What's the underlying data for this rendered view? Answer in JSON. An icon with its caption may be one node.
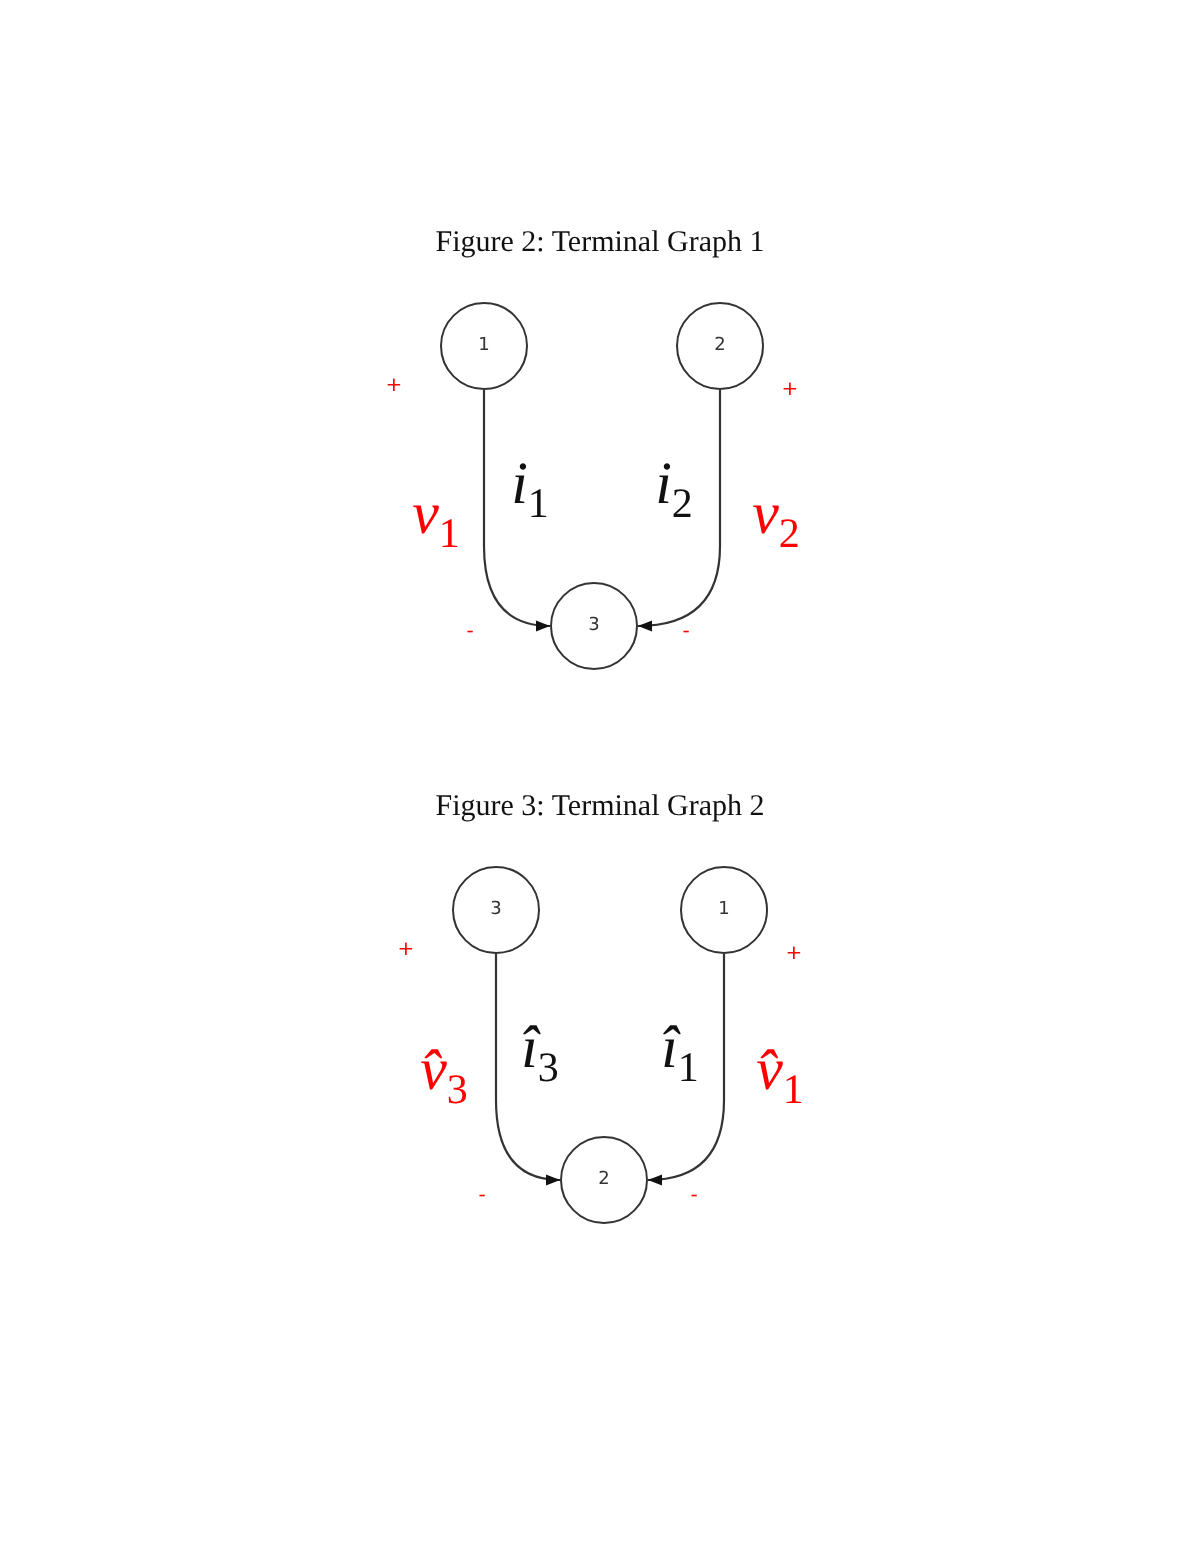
{
  "diagram": {
    "nodes": [
      {
        "text": [
          "1"
        ]
      },
      {
        "text": [
          "2"
        ]
      },
      {
        "text": [
          "3"
        ]
      },
      {
        "text": [
          "3"
        ]
      },
      {
        "text": [
          "1"
        ]
      },
      {
        "text": [
          "2"
        ]
      }
    ],
    "edges": [
      {
        "from": 0,
        "to": 2,
        "arrow": "to",
        "label": "*i*$_{1}$"
      },
      {
        "from": 1,
        "to": 2,
        "arrow": "to",
        "label": "*i*$_{2}$"
      },
      {
        "from": 3,
        "to": 5,
        "arrow": "to",
        "label": "*î*$_{3}$"
      },
      {
        "from": 4,
        "to": 5,
        "arrow": "to",
        "label": "*î*$_{1}$"
      }
    ],
    "labels": [
      "Figure 2: Terminal Graph 1",
      "+",
      "+",
      "*v*$_{1}$",
      "*v*$_{2}$",
      "-",
      "-",
      "Figure 3: Terminal Graph 2",
      "+",
      "+",
      "*v̂*$_{3}$",
      "*v̂*$_{1}$",
      "-",
      "-"
    ]
  }
}
